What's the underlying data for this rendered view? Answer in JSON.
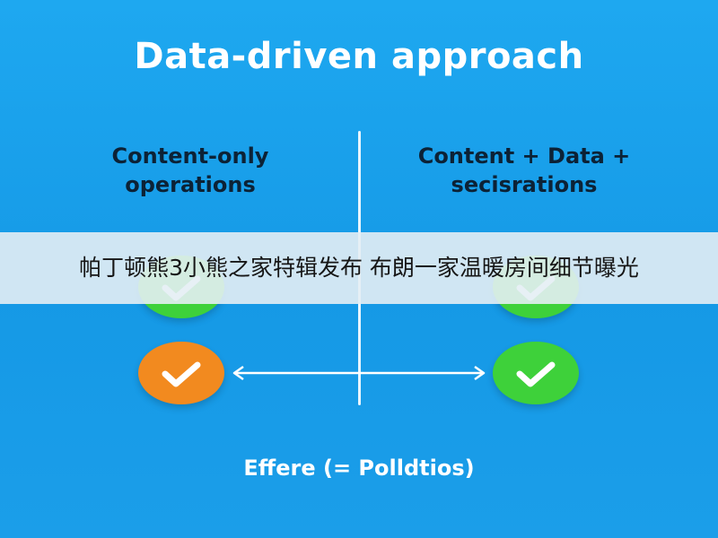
{
  "title": "Data-driven approach",
  "left_heading": {
    "line1": "Content-only",
    "line2": "operations"
  },
  "right_heading": {
    "line1": "Content + Data +",
    "line2": "secisrations"
  },
  "banner": "帕丁顿熊3小熊之家特辑发布 布朗一家温暖房间细节曝光",
  "footer": "Effere (= Polldtios)",
  "colors": {
    "background": "#1599e6",
    "check_orange": "#f28a1f",
    "check_green": "#3ed13a",
    "heading_text": "#0c2236"
  },
  "icons": [
    "checkmark-icon",
    "double-arrow-icon"
  ]
}
